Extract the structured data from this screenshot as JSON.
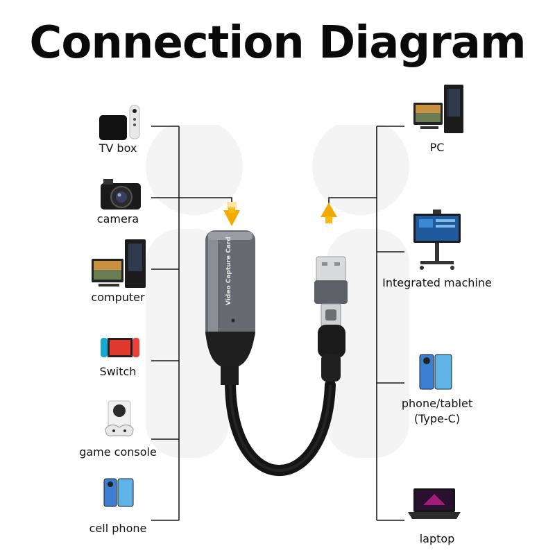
{
  "title": "Connection Diagram",
  "card_text": "Video Capture Card",
  "colors": {
    "line": "#1a1a1a",
    "arrow": "#f2a900",
    "card_body": "#6a6d72",
    "cable": "#151515"
  },
  "inputs": [
    {
      "label": "TV box",
      "icon": "tv-box-icon"
    },
    {
      "label": "camera",
      "icon": "camera-icon"
    },
    {
      "label": "computer",
      "icon": "computer-icon"
    },
    {
      "label": "Switch",
      "icon": "game-switch-icon"
    },
    {
      "label": "game console",
      "icon": "game-console-icon"
    },
    {
      "label": "cell phone",
      "icon": "cell-phone-icon"
    }
  ],
  "outputs": [
    {
      "label": "PC",
      "icon": "pc-icon"
    },
    {
      "label": "Integrated machine",
      "icon": "integrated-machine-icon"
    },
    {
      "label": "phone/tablet",
      "label2": "(Type-C)",
      "icon": "phone-tablet-icon"
    },
    {
      "label": "laptop",
      "icon": "laptop-icon"
    }
  ]
}
